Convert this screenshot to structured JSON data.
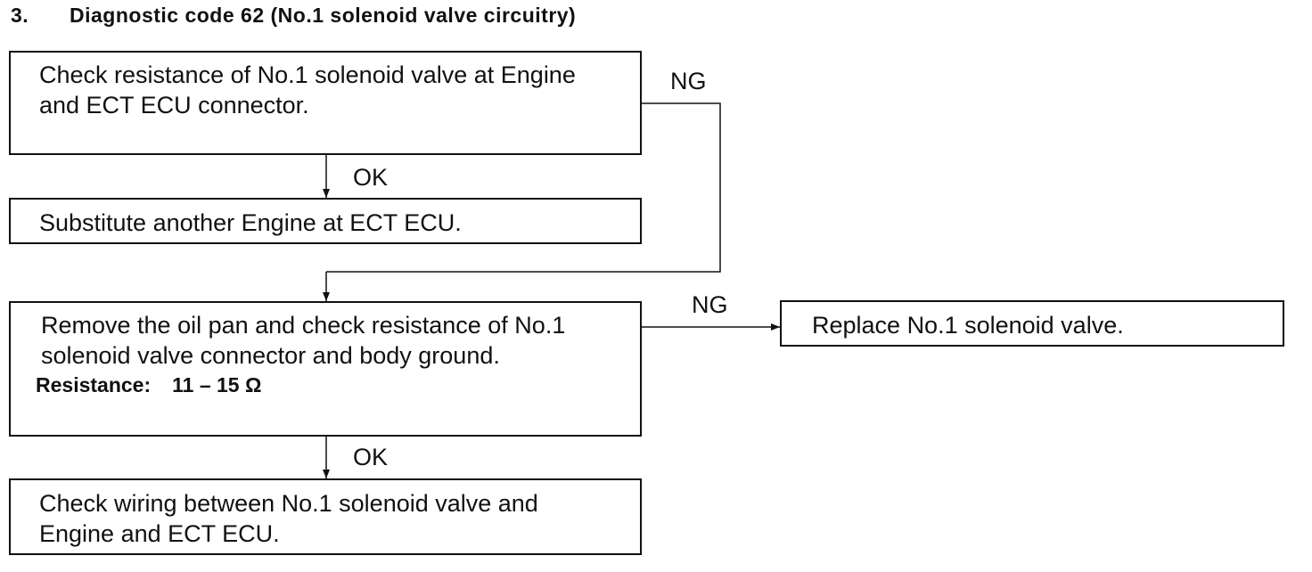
{
  "heading": {
    "number": "3.",
    "title": "Diagnostic code 62 (No.1 solenoid valve circuitry)"
  },
  "boxes": {
    "check_resistance": "Check resistance of No.1 solenoid valve at Engine and ECT ECU connector.",
    "substitute": "Substitute another Engine at ECT ECU.",
    "remove_oil_pan": "Remove the oil pan and check resistance of No.1 solenoid valve connector and body ground.",
    "resistance_label": "Resistance:",
    "resistance_value": "11 – 15 Ω",
    "check_wiring": "Check wiring between No.1 solenoid valve and Engine and ECT ECU.",
    "replace": "Replace No.1 solenoid valve."
  },
  "labels": {
    "ok_1": "OK",
    "ng_1": "NG",
    "ng_2": "NG",
    "ok_2": "OK"
  }
}
